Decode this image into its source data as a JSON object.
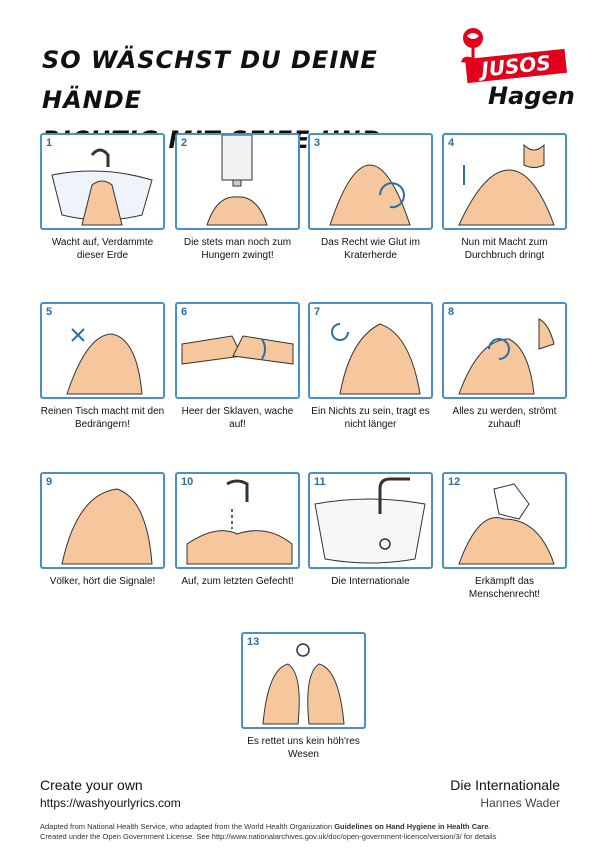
{
  "title": {
    "line1": "So wäschst du deine Hände",
    "line2": "richtig mit Seife und Wasser"
  },
  "logo": {
    "brand": "JUSOS",
    "city": "Hagen",
    "color": "#e2001a"
  },
  "steps": [
    {
      "num": "1",
      "caption": "Wacht auf, Verdammte dieser Erde"
    },
    {
      "num": "2",
      "caption": "Die stets man noch zum Hungern zwingt!"
    },
    {
      "num": "3",
      "caption": "Das Recht wie Glut im Kraterherde"
    },
    {
      "num": "4",
      "caption": "Nun mit Macht zum Durchbruch dringt"
    },
    {
      "num": "5",
      "caption": "Reinen Tisch macht mit den Bedrängern!"
    },
    {
      "num": "6",
      "caption": "Heer der Sklaven, wache auf!"
    },
    {
      "num": "7",
      "caption": "Ein Nichts zu sein, tragt es nicht länger"
    },
    {
      "num": "8",
      "caption": "Alles zu werden, strömt zuhauf!"
    },
    {
      "num": "9",
      "caption": "Völker, hört die Signale!"
    },
    {
      "num": "10",
      "caption": "Auf, zum letzten Gefecht!"
    },
    {
      "num": "11",
      "caption": "Die Internationale"
    },
    {
      "num": "12",
      "caption": "Erkämpft das Menschenrecht!"
    },
    {
      "num": "13",
      "caption": "Es rettet uns kein höh'res Wesen"
    }
  ],
  "footer": {
    "create": "Create your own",
    "url": "https://washyourlyrics.com",
    "song": "Die Internationale",
    "artist": "Hannes Wader",
    "legal_prefix": "Adapted from National Health Service, who adapted from the World Health Organization ",
    "legal_bold": "Guidelines on Hand Hygiene in Health Care",
    "legal_suffix": ".",
    "legal_line2": "Created under the Open Government License. See http://www.nationalarchives.gov.uk/doc/open-government-licence/version/3/ for details"
  },
  "colors": {
    "frame": "#4a8fc8",
    "skin": "#f6c79c",
    "outline": "#333333"
  }
}
